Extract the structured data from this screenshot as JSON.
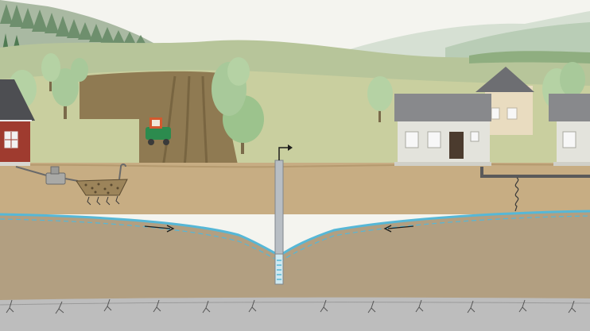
{
  "scene": {
    "description_text": "",
    "colors": {
      "sky": "#f4f4ef",
      "far_hill": "#c9d6c4",
      "mid_hill": "#aebf93",
      "meadow": "#c7cc9c",
      "field_soil": "#8f7a52",
      "topsoil": "#c7ad83",
      "saturated_zone": "#b29f81",
      "water_table": "#56b7d6",
      "bedrock": "#bdbdbd",
      "house_wall_red": "#9f3b2f",
      "house_wall_cream": "#e9dcc0",
      "house_wall_grey": "#e3e3dc",
      "roof_dark": "#5f6063",
      "roof_grey": "#88898c",
      "tractor": "#2c8b4e",
      "tree": "#9cc38d",
      "conifer": "#6e8f6d",
      "well_pipe": "#b8bec4",
      "arrow": "#1d1d1b"
    },
    "icons": [
      "red-farmhouse-icon",
      "septic-tank-icon",
      "infiltration-bed-icon",
      "tractor-icon",
      "plowed-field",
      "deciduous-tree-icon",
      "conifer-forest-icon",
      "house-icon",
      "drilled-well-icon",
      "flow-arrow-right-icon",
      "flow-arrow-left-icon",
      "sewer-pipe-icon",
      "leak-spiral-icon",
      "water-table-line",
      "bedrock-layer"
    ]
  }
}
